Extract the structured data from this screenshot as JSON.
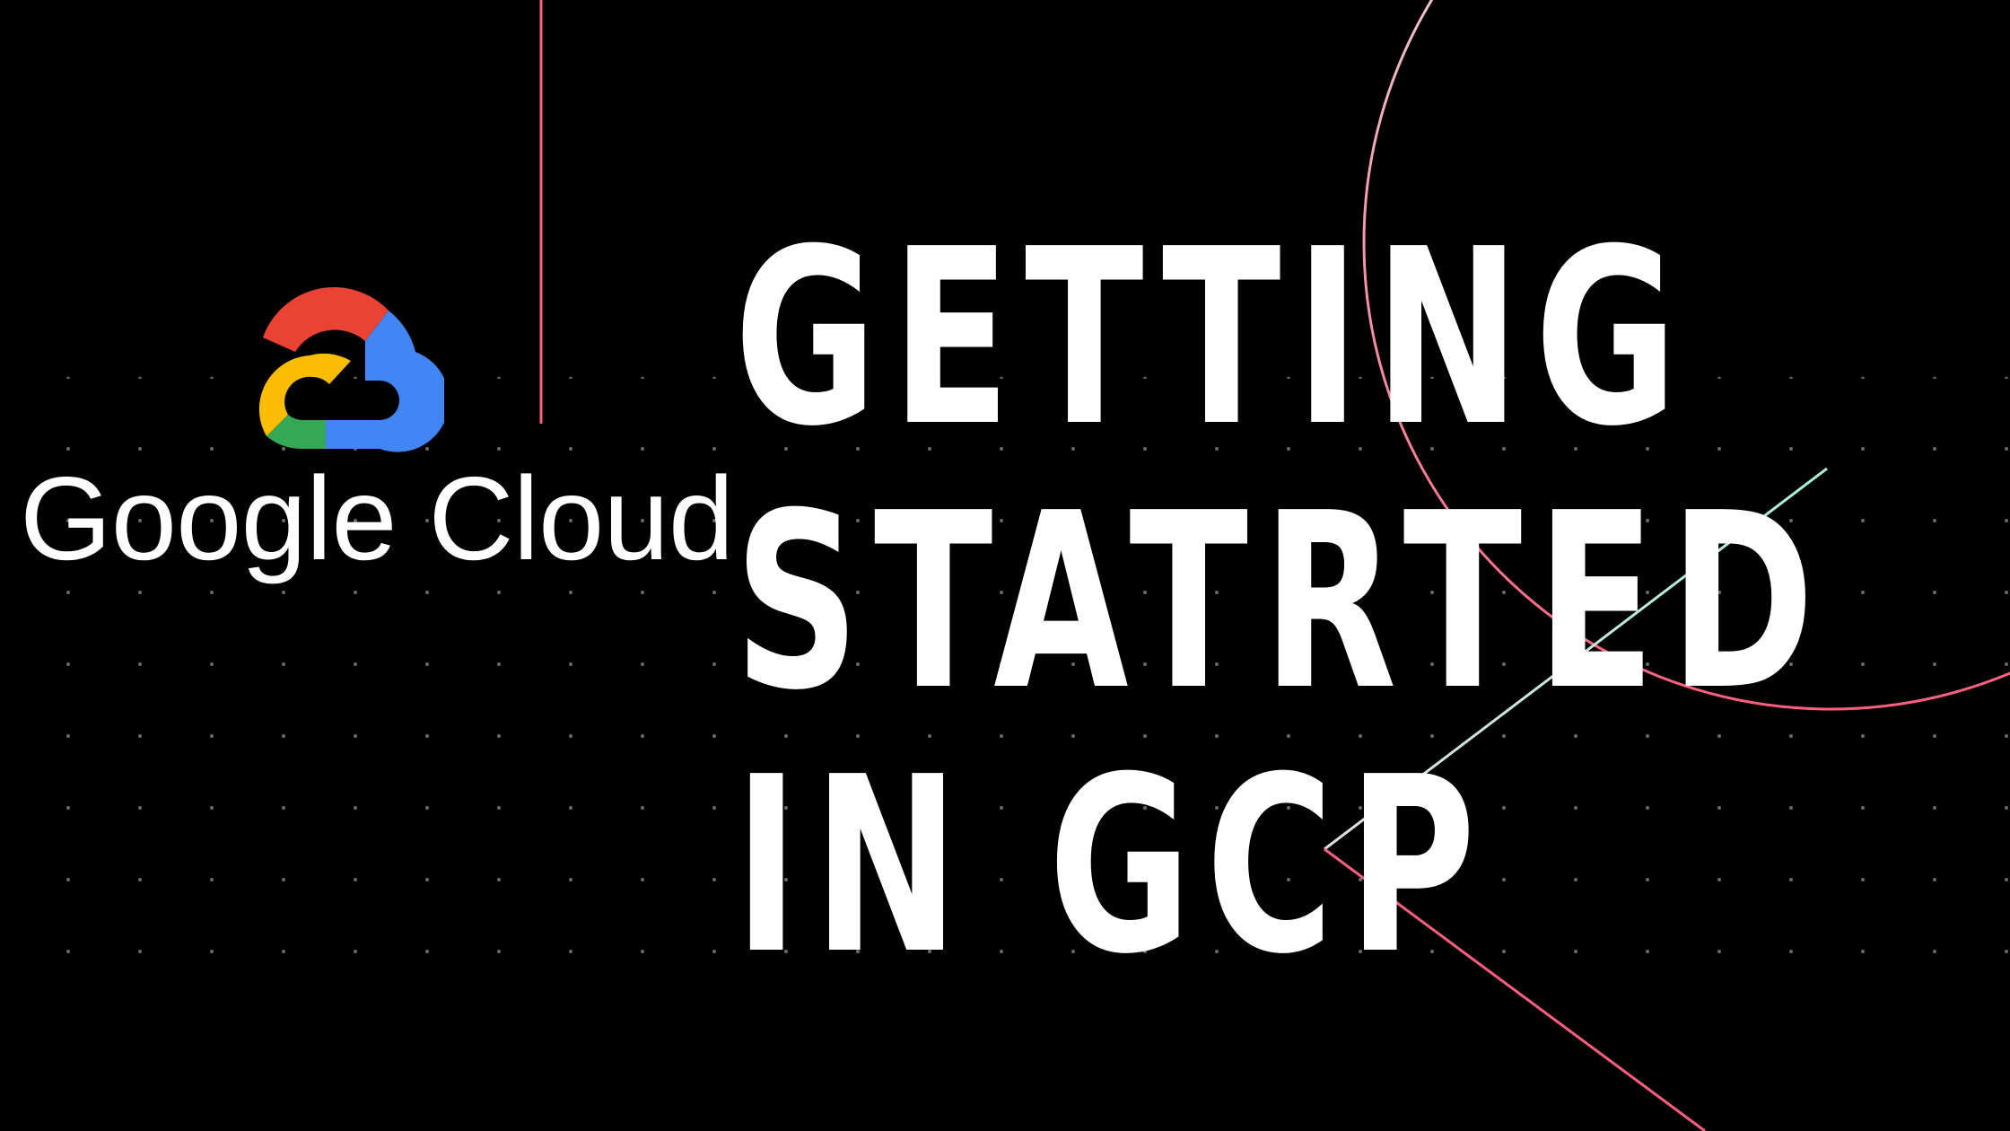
{
  "brand": {
    "logo_icon": "google-cloud-logo",
    "wordmark": "Google Cloud"
  },
  "headline": {
    "line1": "GETTING",
    "line2": "STATRTED",
    "line3": "IN GCP"
  },
  "colors": {
    "background": "#000000",
    "text": "#ffffff",
    "google_red": "#EA4335",
    "google_yellow": "#FBBC04",
    "google_green": "#34A853",
    "google_blue": "#4285F4",
    "accent_pink": "#ff5f7e",
    "accent_mint": "#a8f0d8"
  }
}
